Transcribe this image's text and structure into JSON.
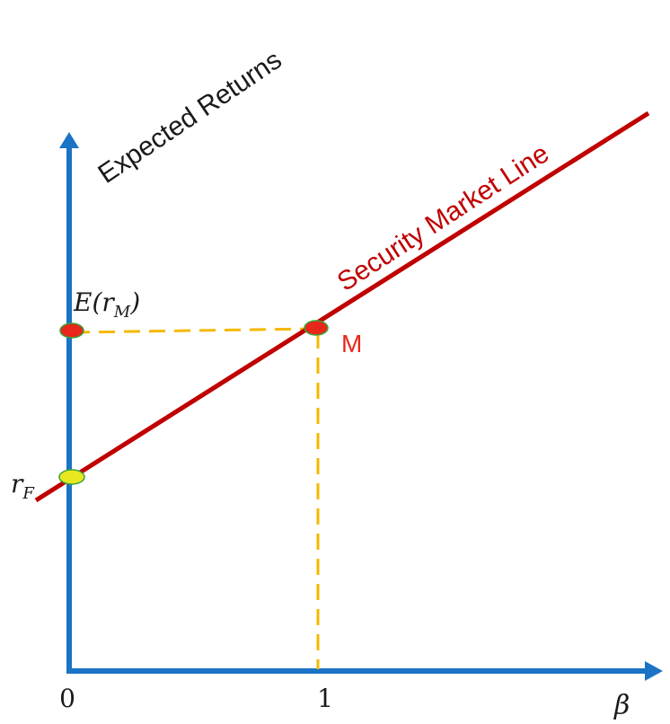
{
  "diagram": {
    "y_axis_label": "Expected Returns",
    "x_axis_symbol": "β",
    "line_label": "Security Market Line",
    "market_point_label": "M",
    "market_return_label": {
      "main": "E(r",
      "sub": "M",
      "close": ")"
    },
    "risk_free_label": {
      "main": "r",
      "sub": "F"
    },
    "x_ticks": [
      "0",
      "1"
    ],
    "colors": {
      "axis": "#1a73c5",
      "line": "#c00000",
      "guide": "#f5b800",
      "market_point": "#e8261a",
      "risk_free_point": "#e8e820",
      "point_outline": "#39a339",
      "text": "#1a1a1a"
    }
  }
}
